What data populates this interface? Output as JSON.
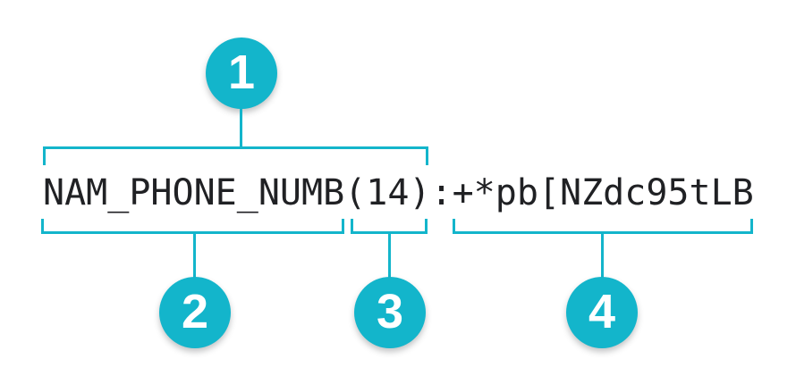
{
  "diagram": {
    "token": {
      "infotype_name": "NAM_PHONE_NUMB",
      "length": "(14)",
      "separator": ":",
      "surrogate_value": "+*pb[NZdc95tLB",
      "full_string": "NAM_PHONE_NUMB(14):+*pb[NZdc95tLB"
    },
    "callouts": [
      {
        "number": "1",
        "points_to": "NAM_PHONE_NUMB(14)"
      },
      {
        "number": "2",
        "points_to": "NAM_PHONE_NUMB"
      },
      {
        "number": "3",
        "points_to": "(14)"
      },
      {
        "number": "4",
        "points_to": "+*pb[NZdc95tLB"
      }
    ],
    "colors": {
      "accent": "#13b5cb",
      "text": "#202124",
      "background": "#ffffff",
      "callout_number": "#ffffff"
    }
  }
}
